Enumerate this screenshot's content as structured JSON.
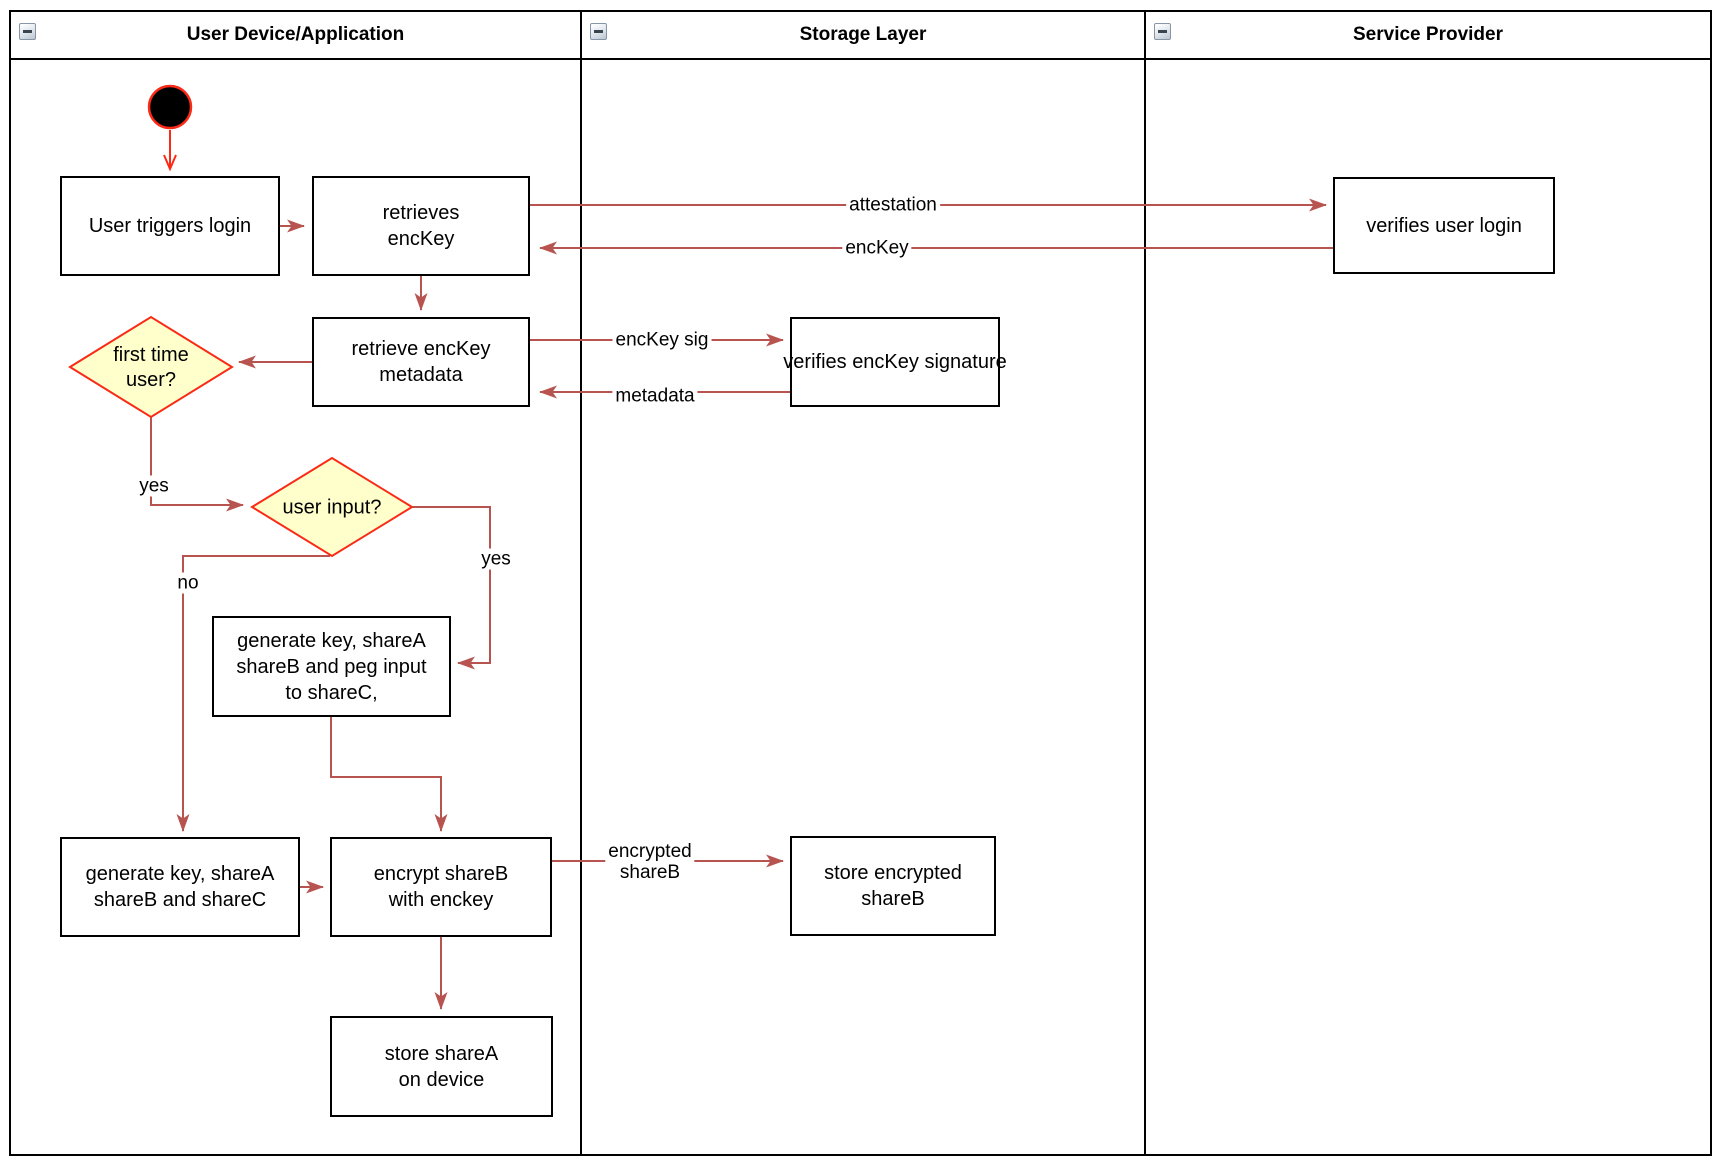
{
  "lanes": [
    {
      "title": "User Device/Application"
    },
    {
      "title": "Storage Layer"
    },
    {
      "title": "Service Provider"
    }
  ],
  "icons": {
    "lane_collapse": "minus-icon"
  },
  "nodes": {
    "start": {
      "type": "initial-node"
    },
    "user_triggers_login": {
      "label": "User triggers login"
    },
    "retrieves_enckey": {
      "label": "retrieves\nencKey"
    },
    "verifies_user_login": {
      "label": "verifies user login"
    },
    "retrieve_enckey_metadata": {
      "label": "retrieve encKey\nmetadata"
    },
    "verifies_enckey_signature": {
      "label": "verifies encKey signature"
    },
    "first_time_user": {
      "type": "decision",
      "label": "first time\nuser?"
    },
    "user_input": {
      "type": "decision",
      "label": "user input?"
    },
    "generate_key_peg": {
      "label": "generate key, shareA\nshareB and peg input\nto shareC,"
    },
    "generate_key_sharec": {
      "label": "generate key, shareA\nshareB and shareC"
    },
    "encrypt_shareb": {
      "label": "encrypt shareB\nwith enckey"
    },
    "store_encrypted_shareb": {
      "label": "store encrypted\nshareB"
    },
    "store_sharea": {
      "label": "store shareA\non device"
    }
  },
  "edge_labels": {
    "attestation": "attestation",
    "enckey": "encKey",
    "enckey_sig": "encKey sig",
    "metadata": "metadata",
    "first_time_yes": "yes",
    "user_input_yes": "yes",
    "user_input_no": "no",
    "encrypted_shareb": "encrypted\nshareB"
  },
  "colors": {
    "box_border": "#000000",
    "edge_arrow": "#b85450",
    "accent_red": "#fa2a16",
    "decision_fill": "#ffffcc",
    "decision_stroke": "#fa2a16",
    "lane_border": "#000000",
    "background": "#ffffff"
  }
}
